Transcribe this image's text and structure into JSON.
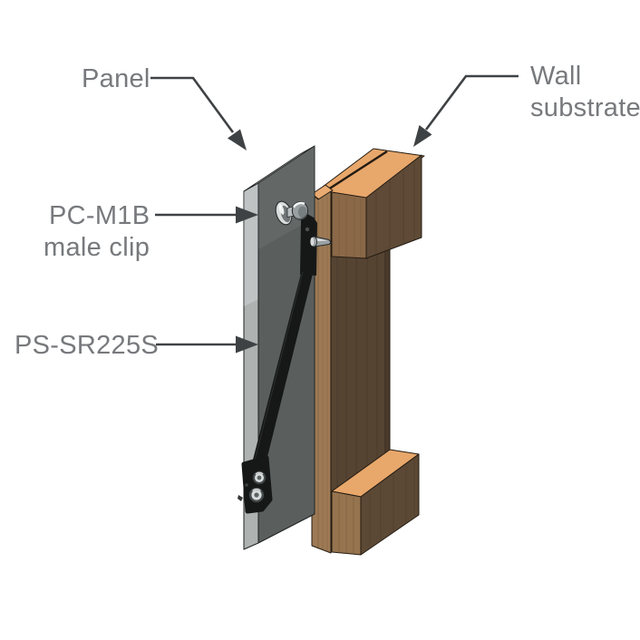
{
  "diagram": {
    "type": "exploded-assembly-illustration",
    "labels": {
      "panel": {
        "text": "Panel"
      },
      "wall_substrate": {
        "line1": "Wall",
        "line2": "substrate"
      },
      "male_clip": {
        "line1": "PC-M1B",
        "line2": "male clip"
      },
      "strut": {
        "text": "PS-SR225S"
      }
    },
    "parts": [
      {
        "label": "Panel",
        "depicted_as": "gray panel"
      },
      {
        "label": "Wall substrate",
        "depicted_as": "wood framing"
      },
      {
        "label": "PC-M1B male clip",
        "depicted_as": "metal clip on panel back"
      },
      {
        "label": "PS-SR225S",
        "depicted_as": "black diagonal support strut"
      }
    ]
  },
  "colors": {
    "background": "#ffffff",
    "text_gray": "#77797c",
    "line_dark": "#3f4244",
    "panel_face": "#5a5f5e",
    "panel_edge": "#aeb3b2",
    "panel_top": "#eaecec",
    "panel_outline": "#1f2222",
    "wood_top": "#e8a76b",
    "wood_top_strip": "#e9ab72",
    "wood_dark": "#564433",
    "wood_medium": "#8a6848",
    "wood_medium_dark": "#5e4a36",
    "wood_light": "#9d7a55",
    "wood_block_left": "#96744f",
    "wood_block_right": "#5c4935",
    "wood_outline": "#241c12",
    "hardware_black": "#161818",
    "metal_light": "#d9dcdc",
    "metal_mid": "#9ba1a3",
    "metal_dark": "#5d6466"
  }
}
